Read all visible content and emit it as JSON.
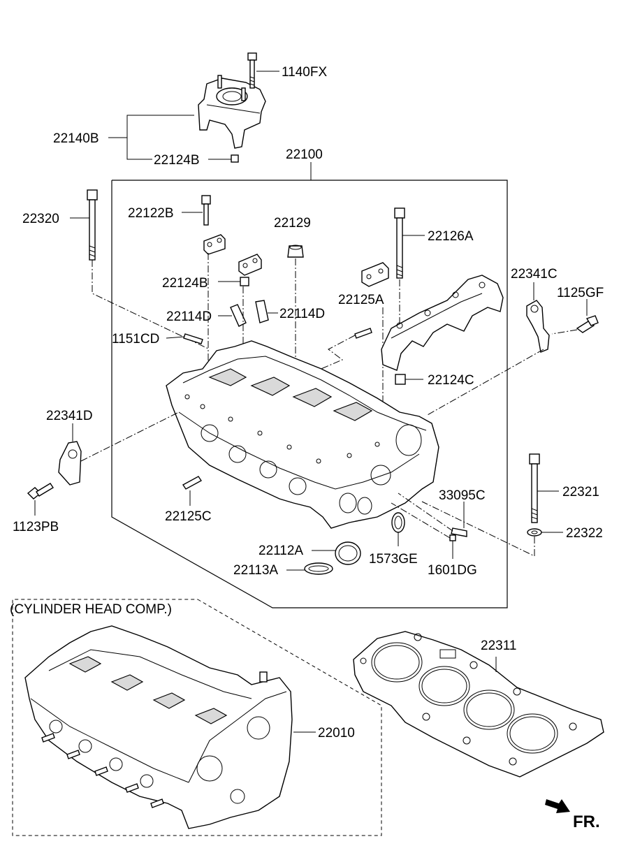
{
  "labels": {
    "p1140FX": "1140FX",
    "p22140B": "22140B",
    "p22124B_top": "22124B",
    "p22100": "22100",
    "p22320": "22320",
    "p22122B": "22122B",
    "p22129": "22129",
    "p22126A": "22126A",
    "p22341C": "22341C",
    "p1125GF": "1125GF",
    "p22124B_mid": "22124B",
    "p22125A": "22125A",
    "p22114D_left": "22114D",
    "p22114D_right": "22114D",
    "p1151CD": "1151CD",
    "p22124C": "22124C",
    "p22341D": "22341D",
    "p22321": "22321",
    "p1123PB": "1123PB",
    "p33095C": "33095C",
    "p22125C": "22125C",
    "p22322": "22322",
    "p22112A": "22112A",
    "p1573GE": "1573GE",
    "p22113A": "22113A",
    "p1601DG": "1601DG",
    "comp_title": "(CYLINDER HEAD COMP.)",
    "p22311": "22311",
    "p22010": "22010",
    "front": "FR."
  },
  "icons": {
    "front_direction": "arrow-right-down-icon"
  }
}
